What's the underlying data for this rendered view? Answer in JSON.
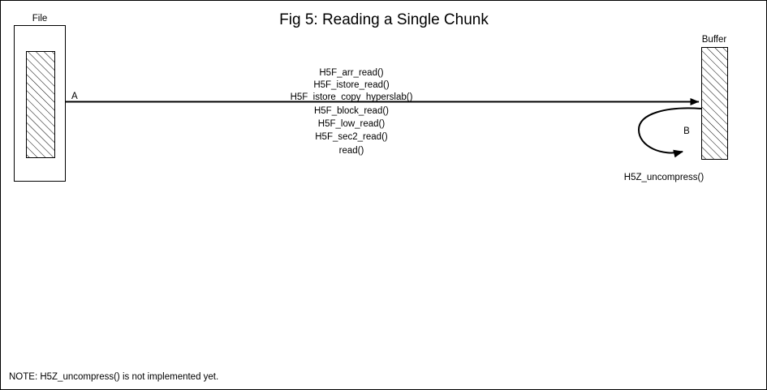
{
  "figure": {
    "title": "Fig 5:  Reading a Single Chunk",
    "note": "NOTE: H5Z_uncompress() is not implemented yet.",
    "colors": {
      "stroke": "#000000",
      "background": "#ffffff",
      "hatch": "#000000"
    }
  },
  "nodes": {
    "file": {
      "label": "File",
      "inner_fill": "hatched"
    },
    "buffer": {
      "label": "Buffer",
      "fill": "hatched"
    }
  },
  "edges": {
    "read_path": {
      "label": "A",
      "from": "file",
      "to": "buffer",
      "calls": [
        "H5F_arr_read()",
        "H5F_istore_read()",
        "H5F_istore_copy_hyperslab()",
        "H5F_block_read()",
        "H5F_low_read()",
        "H5F_sec2_read()",
        "read()"
      ]
    },
    "uncompress_loop": {
      "label": "B",
      "from": "buffer",
      "to": "buffer",
      "call": "H5Z_uncompress()"
    }
  }
}
